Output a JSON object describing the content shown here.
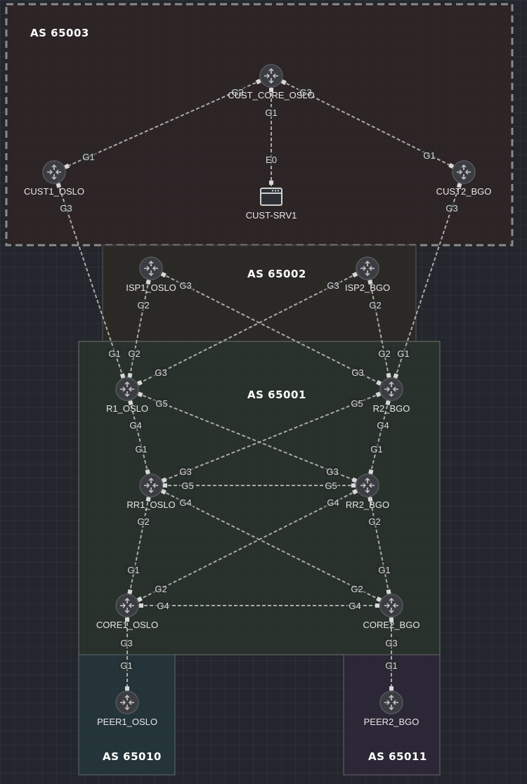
{
  "areas": [
    {
      "id": "as65003",
      "label": "AS 65003",
      "fill": "#2f2426",
      "stroke": "#8a8a8a",
      "dashed": true
    },
    {
      "id": "as65002",
      "label": "AS 65002",
      "fill": "#2c2a26",
      "stroke": "#5a5a54"
    },
    {
      "id": "as65001",
      "label": "AS 65001",
      "fill": "#29342b",
      "stroke": "#6e736c"
    },
    {
      "id": "as65010",
      "label": "AS 65010",
      "fill": "#24373b",
      "stroke": "#5d6b6e"
    },
    {
      "id": "as65011",
      "label": "AS 65011",
      "fill": "#2e2838",
      "stroke": "#6a6470"
    }
  ],
  "nodes": [
    {
      "id": "cust_core_oslo",
      "label": "CUST_CORE_OSLO",
      "type": "router"
    },
    {
      "id": "cust1_oslo",
      "label": "CUST1_OSLO",
      "type": "router"
    },
    {
      "id": "cust2_bgo",
      "label": "CUST2_BGO",
      "type": "router"
    },
    {
      "id": "cust_srv1",
      "label": "CUST-SRV1",
      "type": "server"
    },
    {
      "id": "isp1_oslo",
      "label": "ISP1_OSLO",
      "type": "router"
    },
    {
      "id": "isp2_bgo",
      "label": "ISP2_BGO",
      "type": "router"
    },
    {
      "id": "r1_oslo",
      "label": "R1_OSLO",
      "type": "router"
    },
    {
      "id": "r2_bgo",
      "label": "R2_BGO",
      "type": "router"
    },
    {
      "id": "rr1_oslo",
      "label": "RR1_OSLO",
      "type": "router"
    },
    {
      "id": "rr2_bgo",
      "label": "RR2_BGO",
      "type": "router"
    },
    {
      "id": "core1_oslo",
      "label": "CORE1_OSLO",
      "type": "router"
    },
    {
      "id": "core2_bgo",
      "label": "CORE2_BGO",
      "type": "router"
    },
    {
      "id": "peer1_oslo",
      "label": "PEER1_OSLO",
      "type": "router"
    },
    {
      "id": "peer2_bgo",
      "label": "PEER2_BGO",
      "type": "router"
    }
  ],
  "links": [
    {
      "a": "cust_core_oslo",
      "a_if": "G2",
      "b": "cust1_oslo",
      "b_if": "G1"
    },
    {
      "a": "cust_core_oslo",
      "a_if": "G3",
      "b": "cust2_bgo",
      "b_if": "G1"
    },
    {
      "a": "cust_core_oslo",
      "a_if": "G1",
      "b": "cust_srv1",
      "b_if": "E0"
    },
    {
      "a": "cust1_oslo",
      "a_if": "G3",
      "b": "r1_oslo",
      "b_if": "G1"
    },
    {
      "a": "cust2_bgo",
      "a_if": "G3",
      "b": "r2_bgo",
      "b_if": "G1"
    },
    {
      "a": "isp1_oslo",
      "a_if": "G2",
      "b": "r1_oslo",
      "b_if": "G2"
    },
    {
      "a": "isp1_oslo",
      "a_if": "G3",
      "b": "r2_bgo",
      "b_if": "G3"
    },
    {
      "a": "isp2_bgo",
      "a_if": "G2",
      "b": "r2_bgo",
      "b_if": "G2"
    },
    {
      "a": "isp2_bgo",
      "a_if": "G3",
      "b": "r1_oslo",
      "b_if": "G3"
    },
    {
      "a": "r1_oslo",
      "a_if": "G4",
      "b": "rr1_oslo",
      "b_if": "G1"
    },
    {
      "a": "r1_oslo",
      "a_if": "G5",
      "b": "rr2_bgo",
      "b_if": "G3"
    },
    {
      "a": "r2_bgo",
      "a_if": "G4",
      "b": "rr2_bgo",
      "b_if": "G1"
    },
    {
      "a": "r2_bgo",
      "a_if": "G5",
      "b": "rr1_oslo",
      "b_if": "G3"
    },
    {
      "a": "rr1_oslo",
      "a_if": "G5",
      "b": "rr2_bgo",
      "b_if": "G5"
    },
    {
      "a": "rr1_oslo",
      "a_if": "G2",
      "b": "core1_oslo",
      "b_if": "G1"
    },
    {
      "a": "rr1_oslo",
      "a_if": "G4",
      "b": "core2_bgo",
      "b_if": "G2"
    },
    {
      "a": "rr2_bgo",
      "a_if": "G2",
      "b": "core2_bgo",
      "b_if": "G1"
    },
    {
      "a": "rr2_bgo",
      "a_if": "G4",
      "b": "core1_oslo",
      "b_if": "G2"
    },
    {
      "a": "core1_oslo",
      "a_if": "G4",
      "b": "core2_bgo",
      "b_if": "G4"
    },
    {
      "a": "core1_oslo",
      "a_if": "G3",
      "b": "peer1_oslo",
      "b_if": "G1"
    },
    {
      "a": "core2_bgo",
      "a_if": "G3",
      "b": "peer2_bgo",
      "b_if": "G1"
    }
  ],
  "colors": {
    "link": "#a9a9a9",
    "router_fill": "#3b3d42",
    "router_stroke": "#c8c8c8",
    "text": "#e6e6e6"
  }
}
